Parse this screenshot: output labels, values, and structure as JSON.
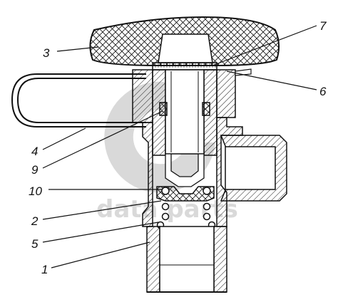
{
  "diagram": {
    "callouts": [
      {
        "id": "3",
        "text": "3"
      },
      {
        "id": "7",
        "text": "7"
      },
      {
        "id": "6",
        "text": "6"
      },
      {
        "id": "4",
        "text": "4"
      },
      {
        "id": "9",
        "text": "9"
      },
      {
        "id": "10",
        "text": "10"
      },
      {
        "id": "2",
        "text": "2"
      },
      {
        "id": "5",
        "text": "5"
      },
      {
        "id": "1",
        "text": "1"
      }
    ]
  },
  "watermark": {
    "text": "data parts",
    "color": "#d9d9d9"
  },
  "colors": {
    "ink": "#111111",
    "paper": "#ffffff",
    "watermark": "#d9d9d9"
  }
}
